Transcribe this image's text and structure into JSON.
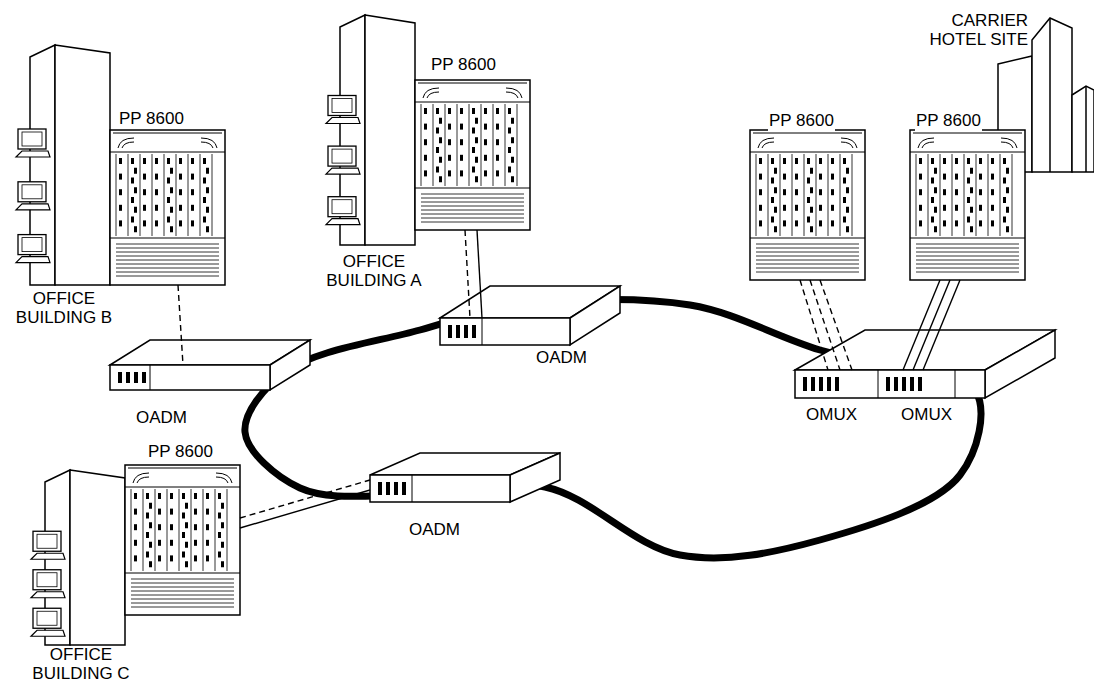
{
  "diagram": {
    "nodes": [
      {
        "text": [
          "CARRIER HOTEL SITE"
        ]
      },
      {
        "text": [
          "PP 8600"
        ]
      },
      {
        "text": [
          "PP 8600"
        ]
      },
      {
        "text": [
          "PP 8600"
        ]
      },
      {
        "text": [
          "PP 8600"
        ]
      },
      {
        "text": [
          "OFFICE BUILDING A"
        ]
      },
      {
        "text": [
          "OFFICE BUILDING B"
        ]
      },
      {
        "text": [
          "OADM"
        ]
      },
      {
        "text": [
          "OADM"
        ]
      },
      {
        "text": [
          "OMUX"
        ]
      },
      {
        "text": [
          "OMUX"
        ]
      },
      {
        "text": [
          "OADM"
        ]
      },
      {
        "text": [
          "PP 8600"
        ]
      },
      {
        "text": [
          "OFFICE BUILDING C"
        ]
      }
    ],
    "edges": [
      {
        "from": 2,
        "to": 8,
        "arrow": "none"
      },
      {
        "from": 1,
        "to": 7,
        "arrow": "none"
      },
      {
        "from": 1,
        "to": 7,
        "arrow": "none"
      },
      {
        "from": 12,
        "to": 11,
        "arrow": "none"
      },
      {
        "from": 12,
        "to": 11,
        "arrow": "none"
      },
      {
        "from": 3,
        "to": 9,
        "arrow": "none"
      },
      {
        "from": 3,
        "to": 9,
        "arrow": "none"
      },
      {
        "from": 3,
        "to": 9,
        "arrow": "none"
      },
      {
        "from": 4,
        "to": 10,
        "arrow": "none"
      },
      {
        "from": 4,
        "to": 10,
        "arrow": "none"
      },
      {
        "from": 4,
        "to": 10,
        "arrow": "none"
      }
    ]
  }
}
